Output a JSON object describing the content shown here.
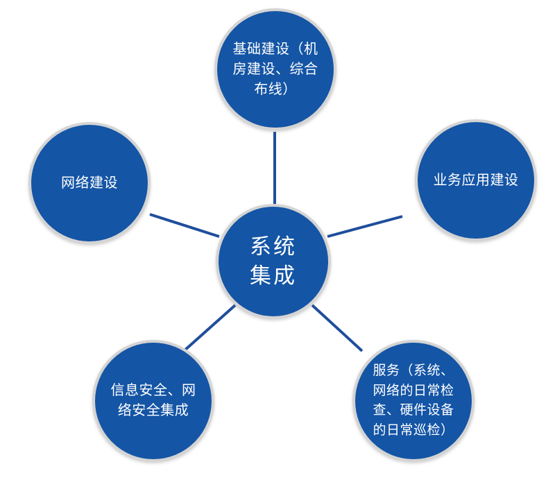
{
  "diagram": {
    "title": "系统集成",
    "type": "hub-and-spoke",
    "colors": {
      "node_fill": "#1455a5",
      "node_border": "#d4d4d4",
      "connector": "#1f4e9b",
      "label_text": "#ffffff",
      "background": "#ffffff"
    },
    "center": {
      "id": "center",
      "label": "系统\n集成"
    },
    "spokes": [
      {
        "id": "top",
        "label": "基础建设（机\n房建设、综合\n布线）",
        "position": "top"
      },
      {
        "id": "left",
        "label": "网络建设",
        "position": "left"
      },
      {
        "id": "right",
        "label": "业务应用建设",
        "position": "right"
      },
      {
        "id": "bottom-left",
        "label": "信息安全、网\n络安全集成",
        "position": "bottom-left"
      },
      {
        "id": "bottom-right",
        "label": "服务（系统、\n网络的日常检\n查、硬件设备\n的日常巡检）",
        "position": "bottom-right"
      }
    ],
    "connectors": [
      {
        "from": "center",
        "to": "top"
      },
      {
        "from": "center",
        "to": "left"
      },
      {
        "from": "center",
        "to": "right"
      },
      {
        "from": "center",
        "to": "bottom-left"
      },
      {
        "from": "center",
        "to": "bottom-right"
      }
    ]
  }
}
